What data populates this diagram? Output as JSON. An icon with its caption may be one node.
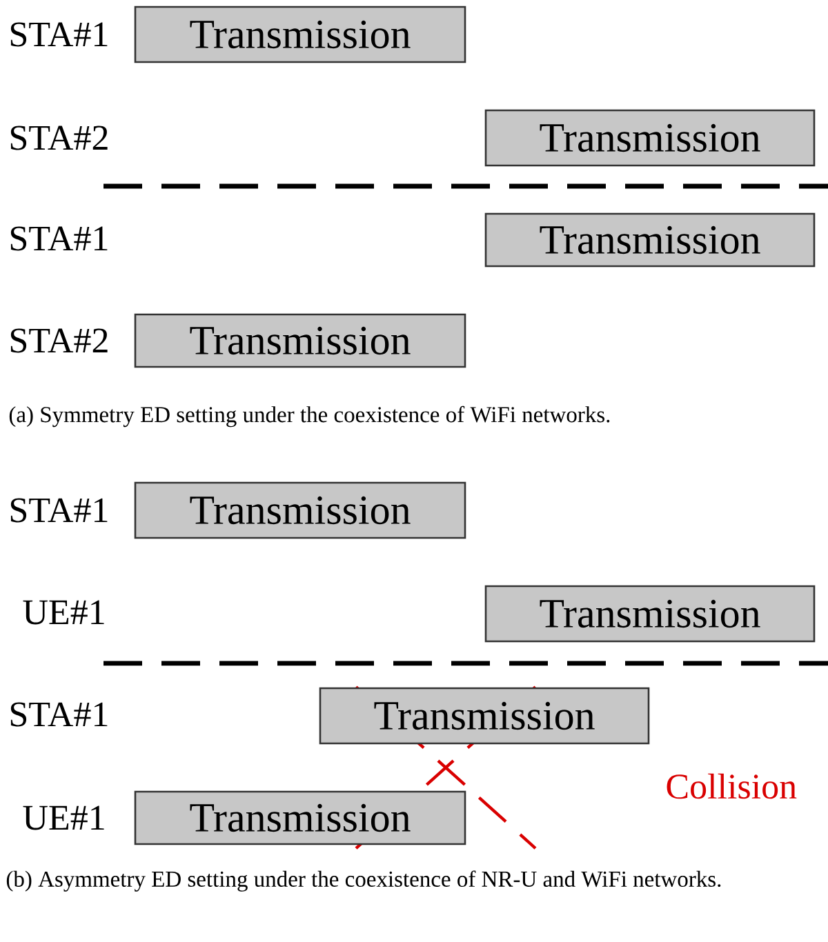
{
  "diagram": {
    "nodes": [
      {
        "text": [
          "Transmission"
        ]
      },
      {
        "text": [
          "Transmission"
        ]
      },
      {
        "text": [
          "Transmission"
        ]
      },
      {
        "text": [
          "Transmission"
        ]
      },
      {
        "text": [
          "Transmission"
        ]
      },
      {
        "text": [
          "Transmission"
        ]
      },
      {
        "text": [
          "Transmission"
        ]
      },
      {
        "text": [
          "Transmission"
        ]
      }
    ],
    "labels": [
      "STA#1",
      "STA#2",
      "STA#1",
      "STA#2",
      "(a) Symmetry ED setting under the coexistence of WiFi networks.",
      "STA#1",
      "UE#1",
      "STA#1",
      "UE#1",
      "Collision",
      "(b) Asymmetry ED setting under the coexistence of NR-U and WiFi networks."
    ]
  }
}
